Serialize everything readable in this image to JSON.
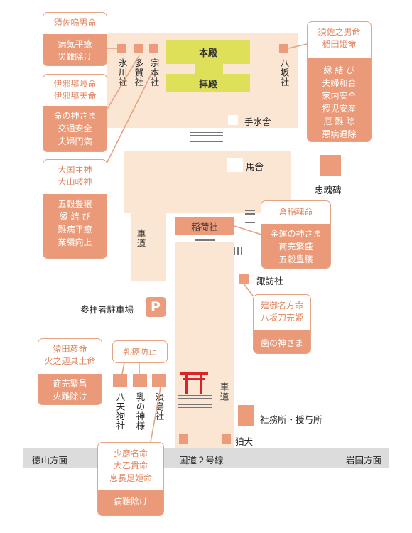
{
  "main_hall": "本殿",
  "worship_hall": "拝殿",
  "shrines": {
    "hikawa": "氷川社",
    "taga": "多賀社",
    "munakata": "宗本社",
    "yasaka": "八坂社",
    "inari": "稲荷社",
    "suwa": "諏訪社",
    "hachiten": "八天狗社",
    "chinokami": "乳の神様",
    "awashima": "淡島社"
  },
  "facilities": {
    "temizuya": "手水舎",
    "umaya": "馬舎",
    "chukonhi": "忠魂碑",
    "parking": "参拝者駐車場",
    "parking_icon": "P",
    "shamusho": "社務所・授与所",
    "komainu": "狛犬",
    "road_left": "車道",
    "road_right": "車道"
  },
  "road": {
    "left": "徳山方面",
    "center": "国道２号線",
    "right": "岩国方面"
  },
  "cards": {
    "susanoo": {
      "title": "須佐嗚男命",
      "body": "病気平癒\n災難除け"
    },
    "izanagi": {
      "title": "伊邪那岐命\n伊邪那美命",
      "body": "命の神さま\n交通安全\n夫婦円満"
    },
    "okuninushi": {
      "title": "大国主神\n大山岐神",
      "body": "五穀豊穣\n縁 結 び\n難病平癒\n業績向上"
    },
    "susanoo_inada": {
      "title": "須佐之男命\n稲田姫命",
      "body": "縁 結 び\n夫婦和合\n家内安全\n授児安産\n厄 難 除\n悪病退除"
    },
    "uka": {
      "title": "倉稲魂命",
      "body": "金運の神さま\n商売繁盛\n五穀豊穣"
    },
    "takemina": {
      "title": "建御名方命\n八坂刀売姫",
      "body": "歯の神さま"
    },
    "sarutahiko": {
      "title": "猿田彦命\n火之迦具土命",
      "body": "商売繁昌\n火難除け"
    },
    "nyugan": {
      "title": "乳癌防止"
    },
    "sukuna": {
      "title": "少彦名命\n大乙貴命\n息長足姫命",
      "body": "病難除け"
    }
  },
  "colors": {
    "ground": "#fbe6d4",
    "marker": "#ec9c7a",
    "hall": "#dfe05a",
    "torii": "#d9252a",
    "road": "#dcdcdc",
    "card_border": "#e5a384"
  },
  "icons": [
    "torii-icon",
    "parking-icon",
    "stairs-icon"
  ]
}
